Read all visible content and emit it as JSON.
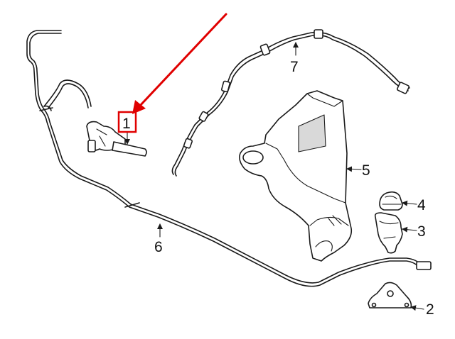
{
  "accent_color": "#e00000",
  "labels": {
    "p1": "1",
    "p2": "2",
    "p3": "3",
    "p4": "4",
    "p5": "5",
    "p6": "6",
    "p7": "7"
  }
}
